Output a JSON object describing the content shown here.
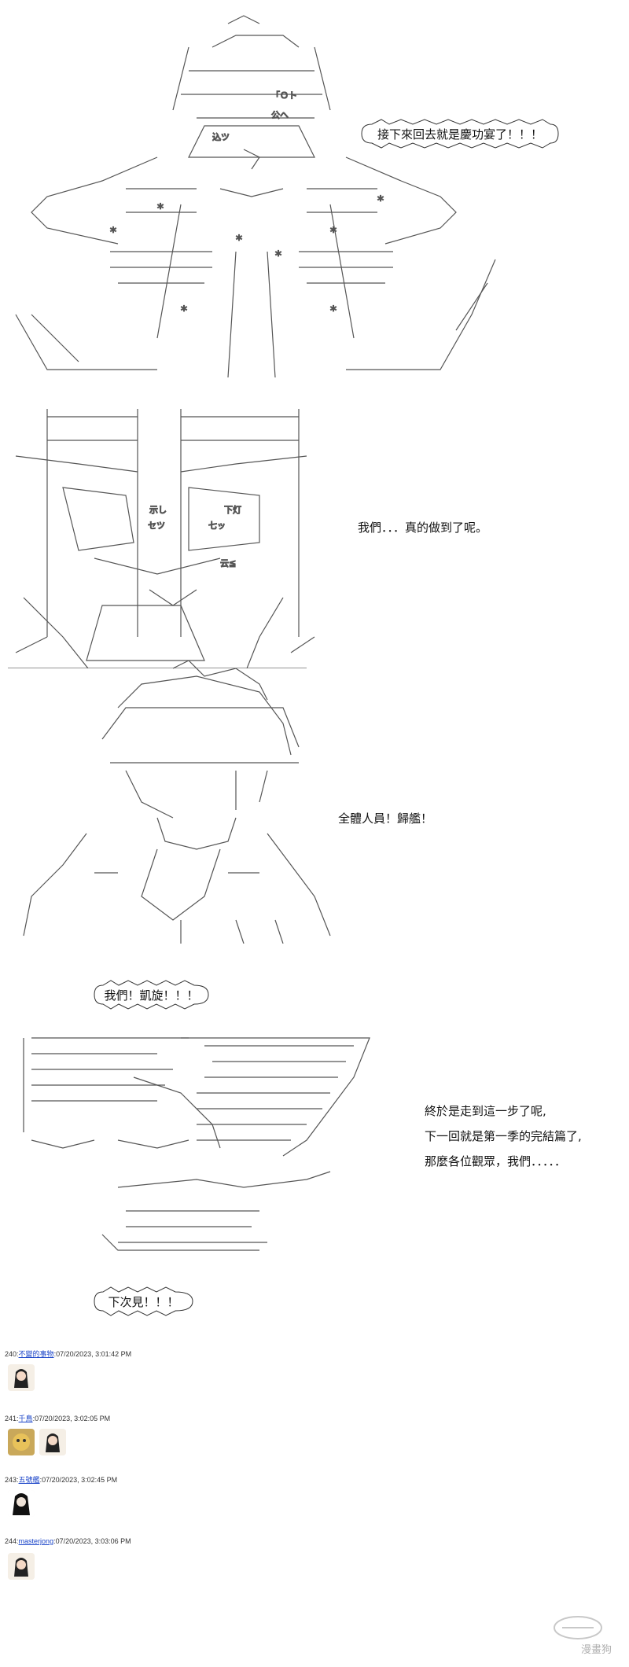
{
  "panels": [
    {
      "id": "p1",
      "lines": [
        "接下來回去就是慶功宴了！！！"
      ]
    },
    {
      "id": "p2",
      "lines": [
        "我們．．．真的做到了呢。"
      ]
    },
    {
      "id": "p3",
      "lines": [
        "全體人員！歸艦！"
      ],
      "bubble": "我們！凱旋！！！"
    },
    {
      "id": "p4",
      "lines": [
        "終於是走到這一步了呢,",
        "下一回就是第一季的完結篇了,",
        "那麼各位觀眾，我們．．．．．"
      ],
      "bubble": "下次見！！！"
    }
  ],
  "art_text": {
    "p1_top": "「Ｏト",
    "p1_sub": "公ヘ",
    "p1_mouth": "込ツ",
    "p2_sign1": "示し",
    "p2_sign2": "下灯",
    "p2_cloud": "云≦",
    "p2_ki1": "セツ",
    "p2_ki2": "七ッ"
  },
  "comments": [
    {
      "number": "240",
      "user": "不變的事物",
      "date": "07/20/2023, 3:01:42 PM",
      "avatars": [
        "anime-girl-avatar"
      ]
    },
    {
      "number": "241",
      "user": "千鳥",
      "date": "07/20/2023, 3:02:05 PM",
      "avatars": [
        "emoji-avatar",
        "anime-girl-avatar"
      ]
    },
    {
      "number": "243",
      "user": "五號艦",
      "date": "07/20/2023, 3:02:45 PM",
      "avatars": [
        "dark-hair-avatar"
      ]
    },
    {
      "number": "244",
      "user": "masterjong",
      "date": "07/20/2023, 3:03:06 PM",
      "avatars": [
        "anime-girl-avatar"
      ]
    }
  ],
  "watermark": "漫畫狗"
}
